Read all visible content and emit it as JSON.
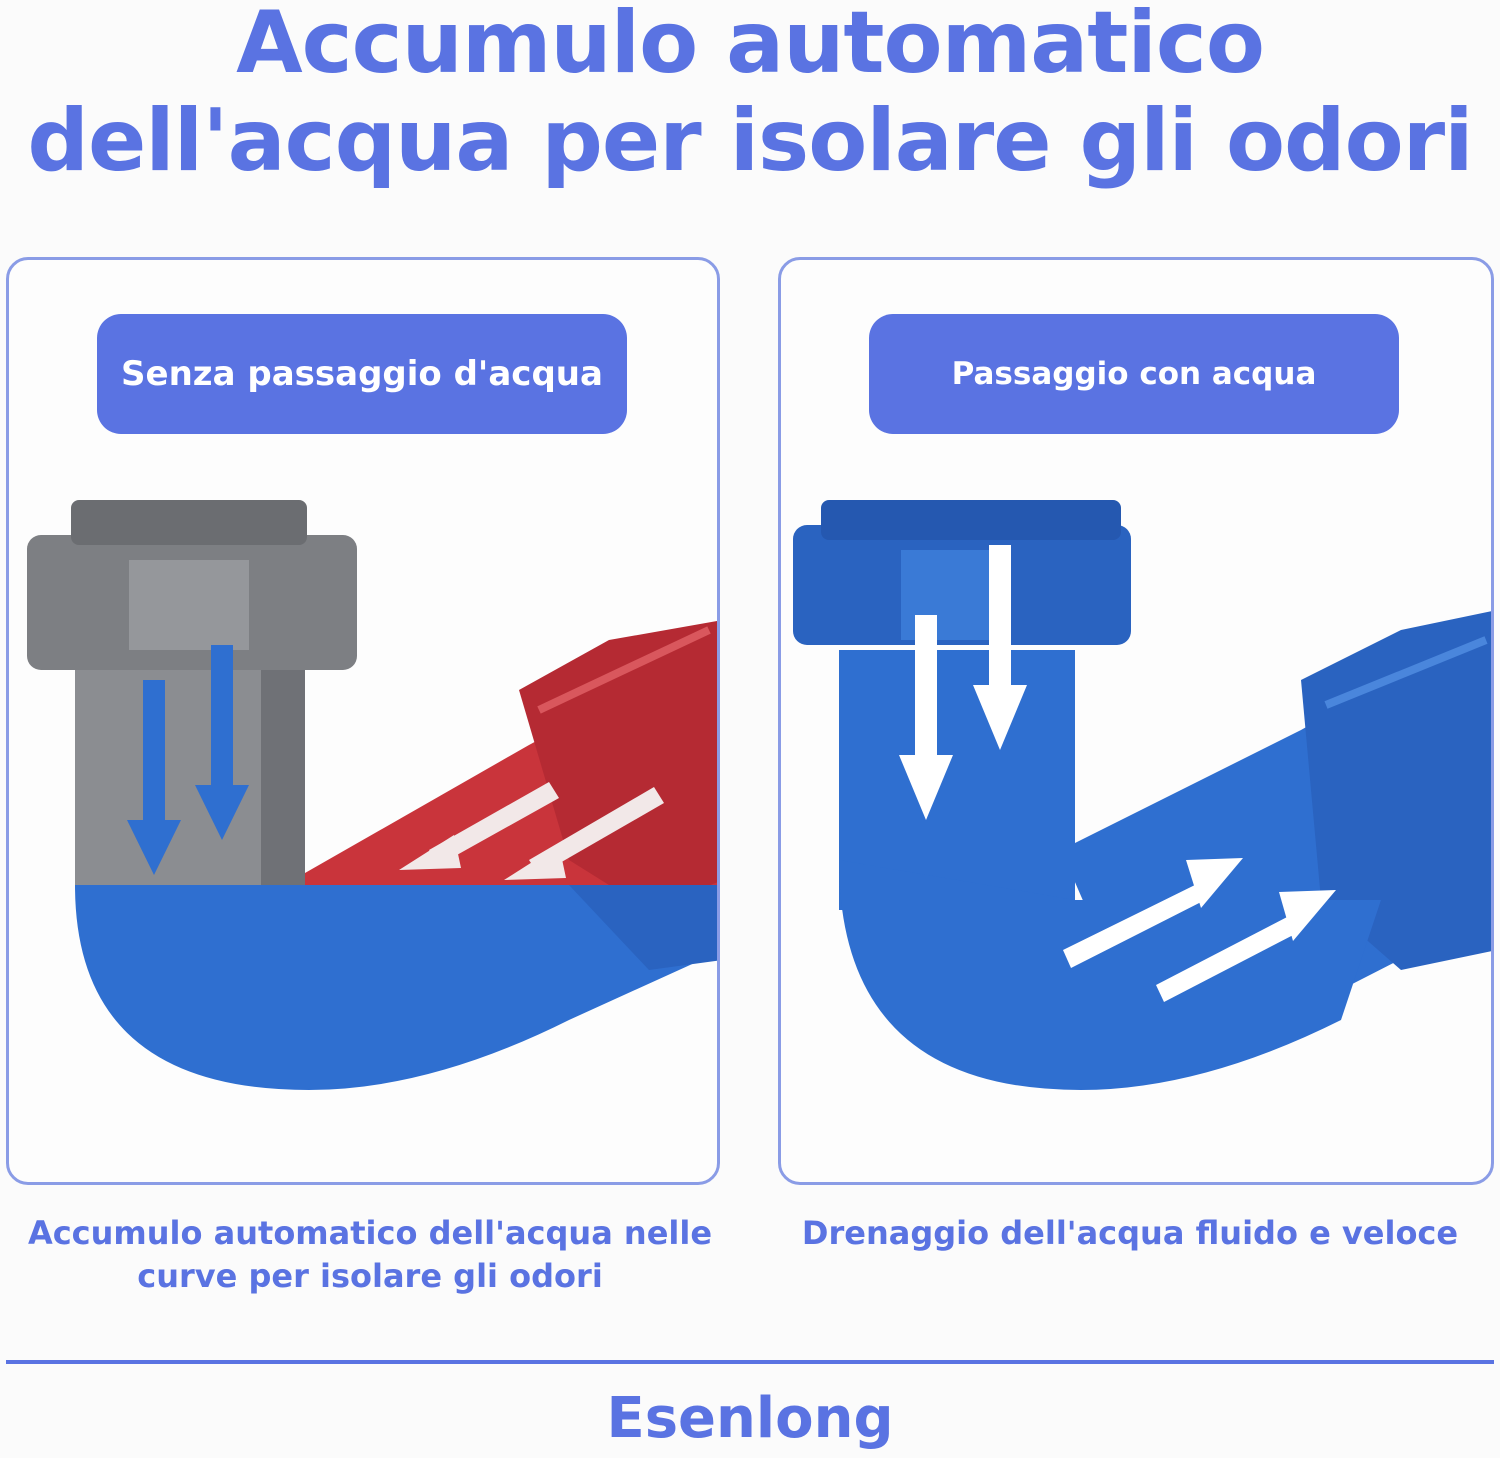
{
  "title": {
    "line1": "Accumulo automatico",
    "line2": "dell'acqua per isolare gli odori"
  },
  "left_panel": {
    "label": "Senza passaggio d'acqua",
    "caption": "Accumulo automatico dell'acqua nelle curve per isolare gli odori",
    "illustration": "gray-pipe-with-red-outlet-and-blue-water-trap"
  },
  "right_panel": {
    "label": "Passaggio con acqua",
    "caption": "Drenaggio dell'acqua fluido e veloce",
    "illustration": "blue-pipe-water-flow"
  },
  "brand": "Esenlong",
  "colors": {
    "accent": "#5a73e2",
    "pipe_gray": "#8b8d91",
    "pipe_red": "#c9343b",
    "water_blue": "#2f6fd0",
    "arrow_blue": "#2f6fd0",
    "arrow_white": "#ffffff"
  }
}
